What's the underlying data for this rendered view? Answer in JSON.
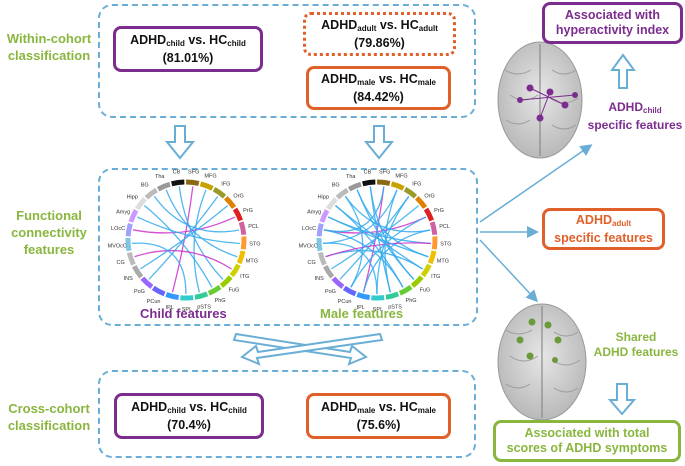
{
  "labels": {
    "within": [
      "Within-cohort",
      "classification"
    ],
    "functional": [
      "Functional",
      "connectivity",
      "features"
    ],
    "cross": [
      "Cross-cohort",
      "classification"
    ]
  },
  "within_boxes": {
    "child": {
      "a": "ADHD",
      "a_sub": "child",
      "vs": " vs. HC",
      "b_sub": "child",
      "pct": "(81.01%)"
    },
    "adult": {
      "a": "ADHD",
      "a_sub": "adult",
      "vs": " vs. HC",
      "b_sub": "adult",
      "pct": "(79.86%)"
    },
    "male": {
      "a": "ADHD",
      "a_sub": "male",
      "vs": " vs. HC",
      "b_sub": "male",
      "pct": "(84.42%)"
    }
  },
  "cross_boxes": {
    "child": {
      "a": "ADHD",
      "a_sub": "child",
      "vs": " vs. HC",
      "b_sub": "child",
      "pct": "(70.4%)"
    },
    "male": {
      "a": "ADHD",
      "a_sub": "male",
      "vs": " vs. HC",
      "b_sub": "male",
      "pct": "(75.6%)"
    }
  },
  "captions": {
    "child": "Child features",
    "male": "Male features"
  },
  "right": {
    "hyperactivity": [
      "Associated with",
      "hyperactivity index"
    ],
    "child_specific_a": "ADHD",
    "child_specific_sub": "child",
    "child_specific_b": "specific features",
    "adult_specific_a": "ADHD",
    "adult_specific_sub": "adult",
    "adult_specific_b": "specific features",
    "shared": [
      "Shared",
      "ADHD features"
    ],
    "total": [
      "Associated with total",
      "scores of ADHD symptoms"
    ]
  },
  "chord_labels": [
    "CB",
    "SFG",
    "MFG",
    "IFG",
    "OrG",
    "PrG",
    "PCL",
    "STG",
    "MTG",
    "ITG",
    "FuG",
    "PhG",
    "pSTS",
    "SPL",
    "IPL",
    "PCun",
    "PoG",
    "INS",
    "CG",
    "MVOcC",
    "LOcC",
    "Amyg",
    "Hipp",
    "BG",
    "Tha"
  ],
  "colors": {
    "green": "#8ab63f",
    "purple": "#7b2d8e",
    "orange": "#e0602a",
    "blue": "#6aaed6"
  }
}
